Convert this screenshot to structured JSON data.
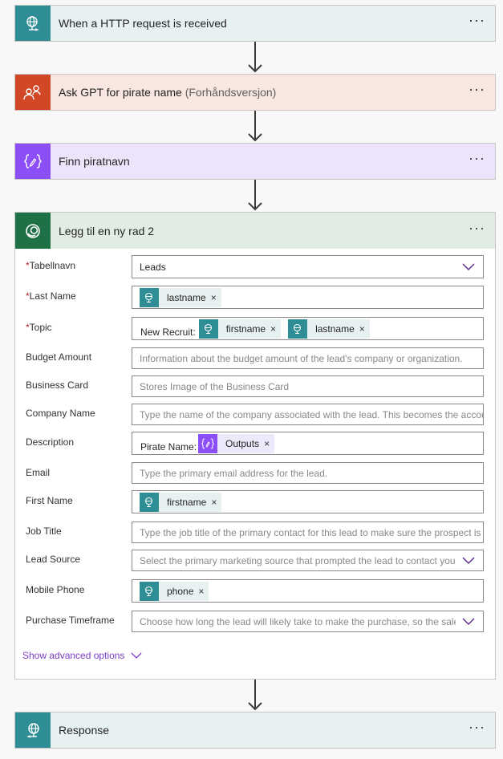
{
  "steps": {
    "http_trigger": {
      "title": "When a HTTP request is received",
      "color": "#2f8d96",
      "bg": "#e8f1f2"
    },
    "ask_gpt": {
      "title": "Ask GPT for pirate name",
      "subtitle": "(Forhåndsversjon)",
      "color": "#d24726",
      "bg": "#f8e6e0"
    },
    "compose": {
      "title": "Finn piratnavn",
      "color": "#8c4ff7",
      "bg": "#ede4fb"
    },
    "add_row": {
      "title": "Legg til en ny rad 2",
      "color": "#1e7145",
      "bg": "#e1ece5",
      "fields": {
        "table_name": {
          "label": "Tabellnavn",
          "value": "Leads"
        },
        "last_name": {
          "label": "Last Name",
          "token": "lastname"
        },
        "topic": {
          "label": "Topic",
          "prefix": "New Recruit:",
          "token1": "firstname",
          "token2": "lastname"
        },
        "budget_amount": {
          "label": "Budget Amount",
          "placeholder": "Information about the budget amount of the lead's company or organization."
        },
        "business_card": {
          "label": "Business Card",
          "placeholder": "Stores Image of the Business Card"
        },
        "company_name": {
          "label": "Company Name",
          "placeholder": "Type the name of the company associated with the lead. This becomes the account name when the lead is qualified"
        },
        "description": {
          "label": "Description",
          "prefix": "Pirate Name:",
          "token": "Outputs"
        },
        "email": {
          "label": "Email",
          "placeholder": "Type the primary email address for the lead."
        },
        "first_name": {
          "label": "First Name",
          "token": "firstname"
        },
        "job_title": {
          "label": "Job Title",
          "placeholder": "Type the job title of the primary contact for this lead to make sure the prospect is addressed correctly"
        },
        "lead_source": {
          "label": "Lead Source",
          "placeholder": "Select the primary marketing source that prompted the lead to contact you"
        },
        "mobile_phone": {
          "label": "Mobile Phone",
          "token": "phone"
        },
        "purchase_timeframe": {
          "label": "Purchase Timeframe",
          "placeholder": "Choose how long the lead will likely take to make the purchase, so the sales team will be aware"
        }
      },
      "show_advanced": "Show advanced options"
    },
    "response": {
      "title": "Response",
      "color": "#2f8d96",
      "bg": "#e8f1f2"
    }
  },
  "more_label": "···",
  "token_close": "×",
  "required_mark": "*"
}
